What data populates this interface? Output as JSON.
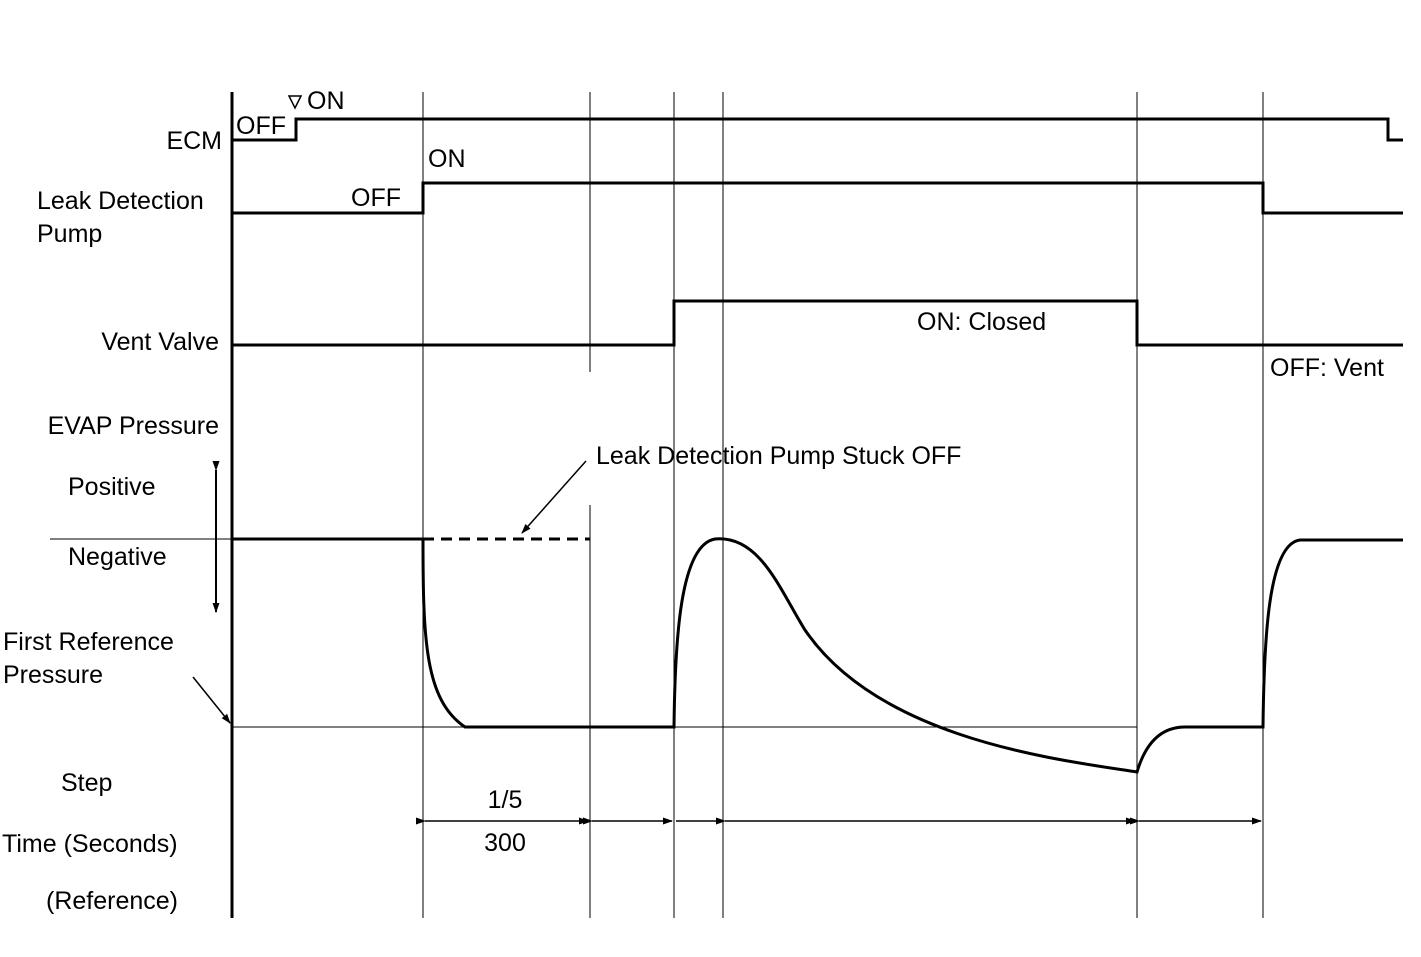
{
  "labels": {
    "ecm": "ECM",
    "ecm_off": "OFF",
    "ecm_on": "ON",
    "pump_line1": "Leak Detection",
    "pump_line2": "Pump",
    "pump_off": "OFF",
    "pump_on": "ON",
    "vent_valve": "Vent Valve",
    "vent_on": "ON: Closed",
    "vent_off": "OFF: Vent",
    "evap_pressure": "EVAP Pressure",
    "positive": "Positive",
    "negative": "Negative",
    "first_ref_line1": "First Reference",
    "first_ref_line2": "Pressure",
    "stuck_off": "Leak Detection Pump Stuck OFF",
    "step": "Step",
    "time_seconds": "Time (Seconds)",
    "reference": "(Reference)",
    "step_value": "1/5",
    "time_value": "300"
  },
  "colors": {
    "line": "#000000",
    "background": "#ffffff"
  }
}
